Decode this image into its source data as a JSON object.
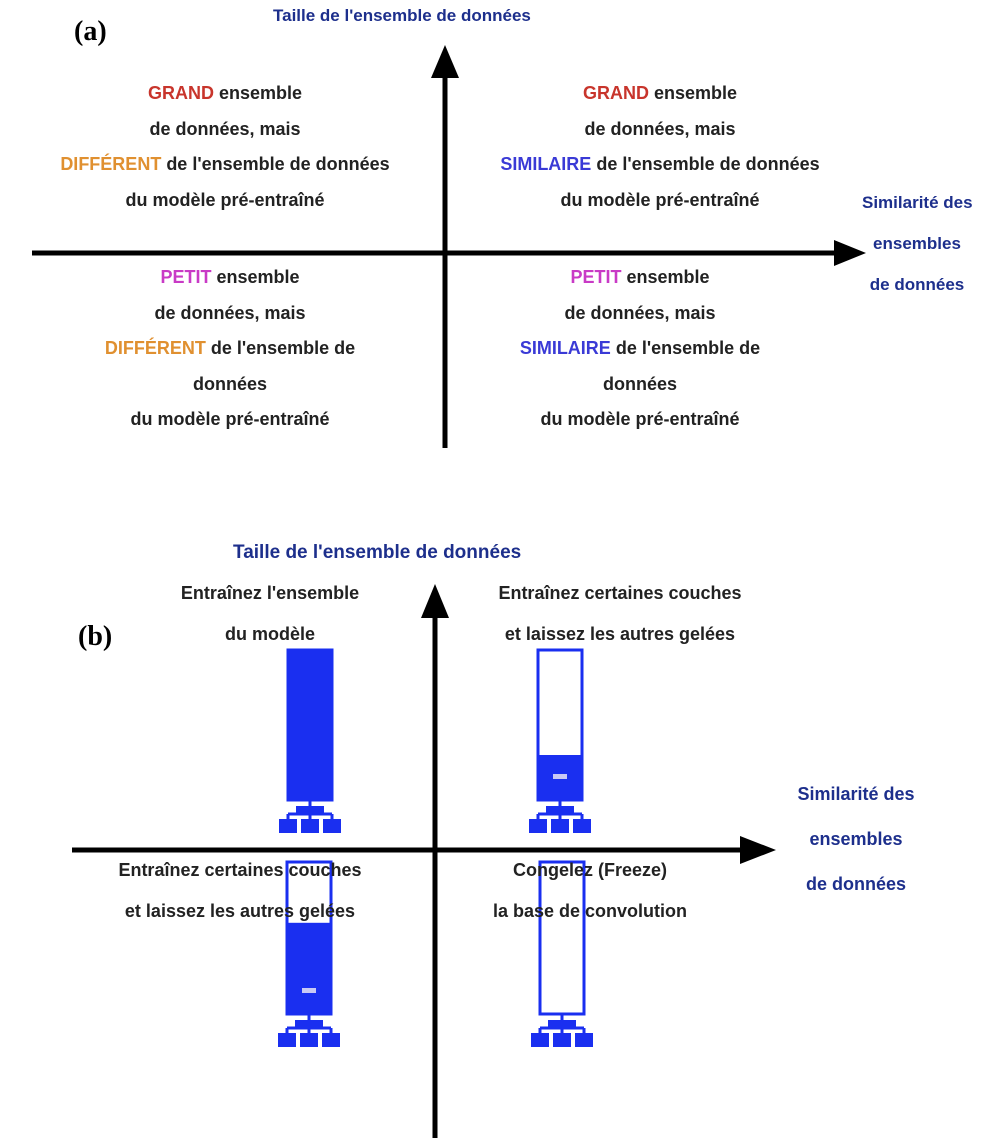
{
  "panel_a": {
    "label": "(a)",
    "y_axis_title": "Taille de l'ensemble de données",
    "x_axis_title_lines": [
      "Similarité des",
      "ensembles",
      "de données"
    ],
    "quadrants": {
      "top_left": {
        "size_word": "GRAND",
        "line1_rest": " ensemble",
        "line2": "de données, mais",
        "sim_word": "DIFFÉRENT",
        "line3_rest": " de l'ensemble de données",
        "line4": "du modèle pré-entraîné"
      },
      "top_right": {
        "size_word": "GRAND",
        "line1_rest": " ensemble",
        "line2": "de données, mais",
        "sim_word": "SIMILAIRE",
        "line3_rest": " de l'ensemble de données",
        "line4": "du modèle pré-entraîné"
      },
      "bottom_left": {
        "size_word": "PETIT",
        "line1_rest": " ensemble",
        "line2": "de données, mais",
        "sim_word": "DIFFÉRENT",
        "line3_rest": " de l'ensemble de",
        "line4": "données",
        "line5": "du modèle pré-entraîné"
      },
      "bottom_right": {
        "size_word": "PETIT",
        "line1_rest": " ensemble",
        "line2": "de données, mais",
        "sim_word": "SIMILAIRE",
        "line3_rest": " de l'ensemble de",
        "line4": "données",
        "line5": "du modèle pré-entraîné"
      }
    }
  },
  "panel_b": {
    "label": "(b)",
    "y_axis_title": "Taille de l'ensemble de données",
    "x_axis_title_lines": [
      "Similarité des",
      "ensembles",
      "de données"
    ],
    "quadrants": {
      "top_left": [
        "Entraînez l'ensemble",
        "du modèle"
      ],
      "top_right": [
        "Entraînez certaines couches",
        "et laissez les autres gelées"
      ],
      "bottom_left": [
        "Entraînez certaines couches",
        "et laissez les autres gelées"
      ],
      "bottom_right": [
        "Congelez (Freeze)",
        "la base de convolution"
      ]
    },
    "models": {
      "top_left": {
        "trained_fraction": 1.0
      },
      "top_right": {
        "trained_fraction": 0.3
      },
      "bottom_left": {
        "trained_fraction": 0.6
      },
      "bottom_right": {
        "trained_fraction": 0.0
      }
    }
  },
  "colors": {
    "axis_title": "#1d2f8c",
    "big": "#c8352c",
    "different": "#e09030",
    "similar": "#3a3ad6",
    "small": "#c93ac6",
    "model_blue": "#1a2ff0"
  }
}
